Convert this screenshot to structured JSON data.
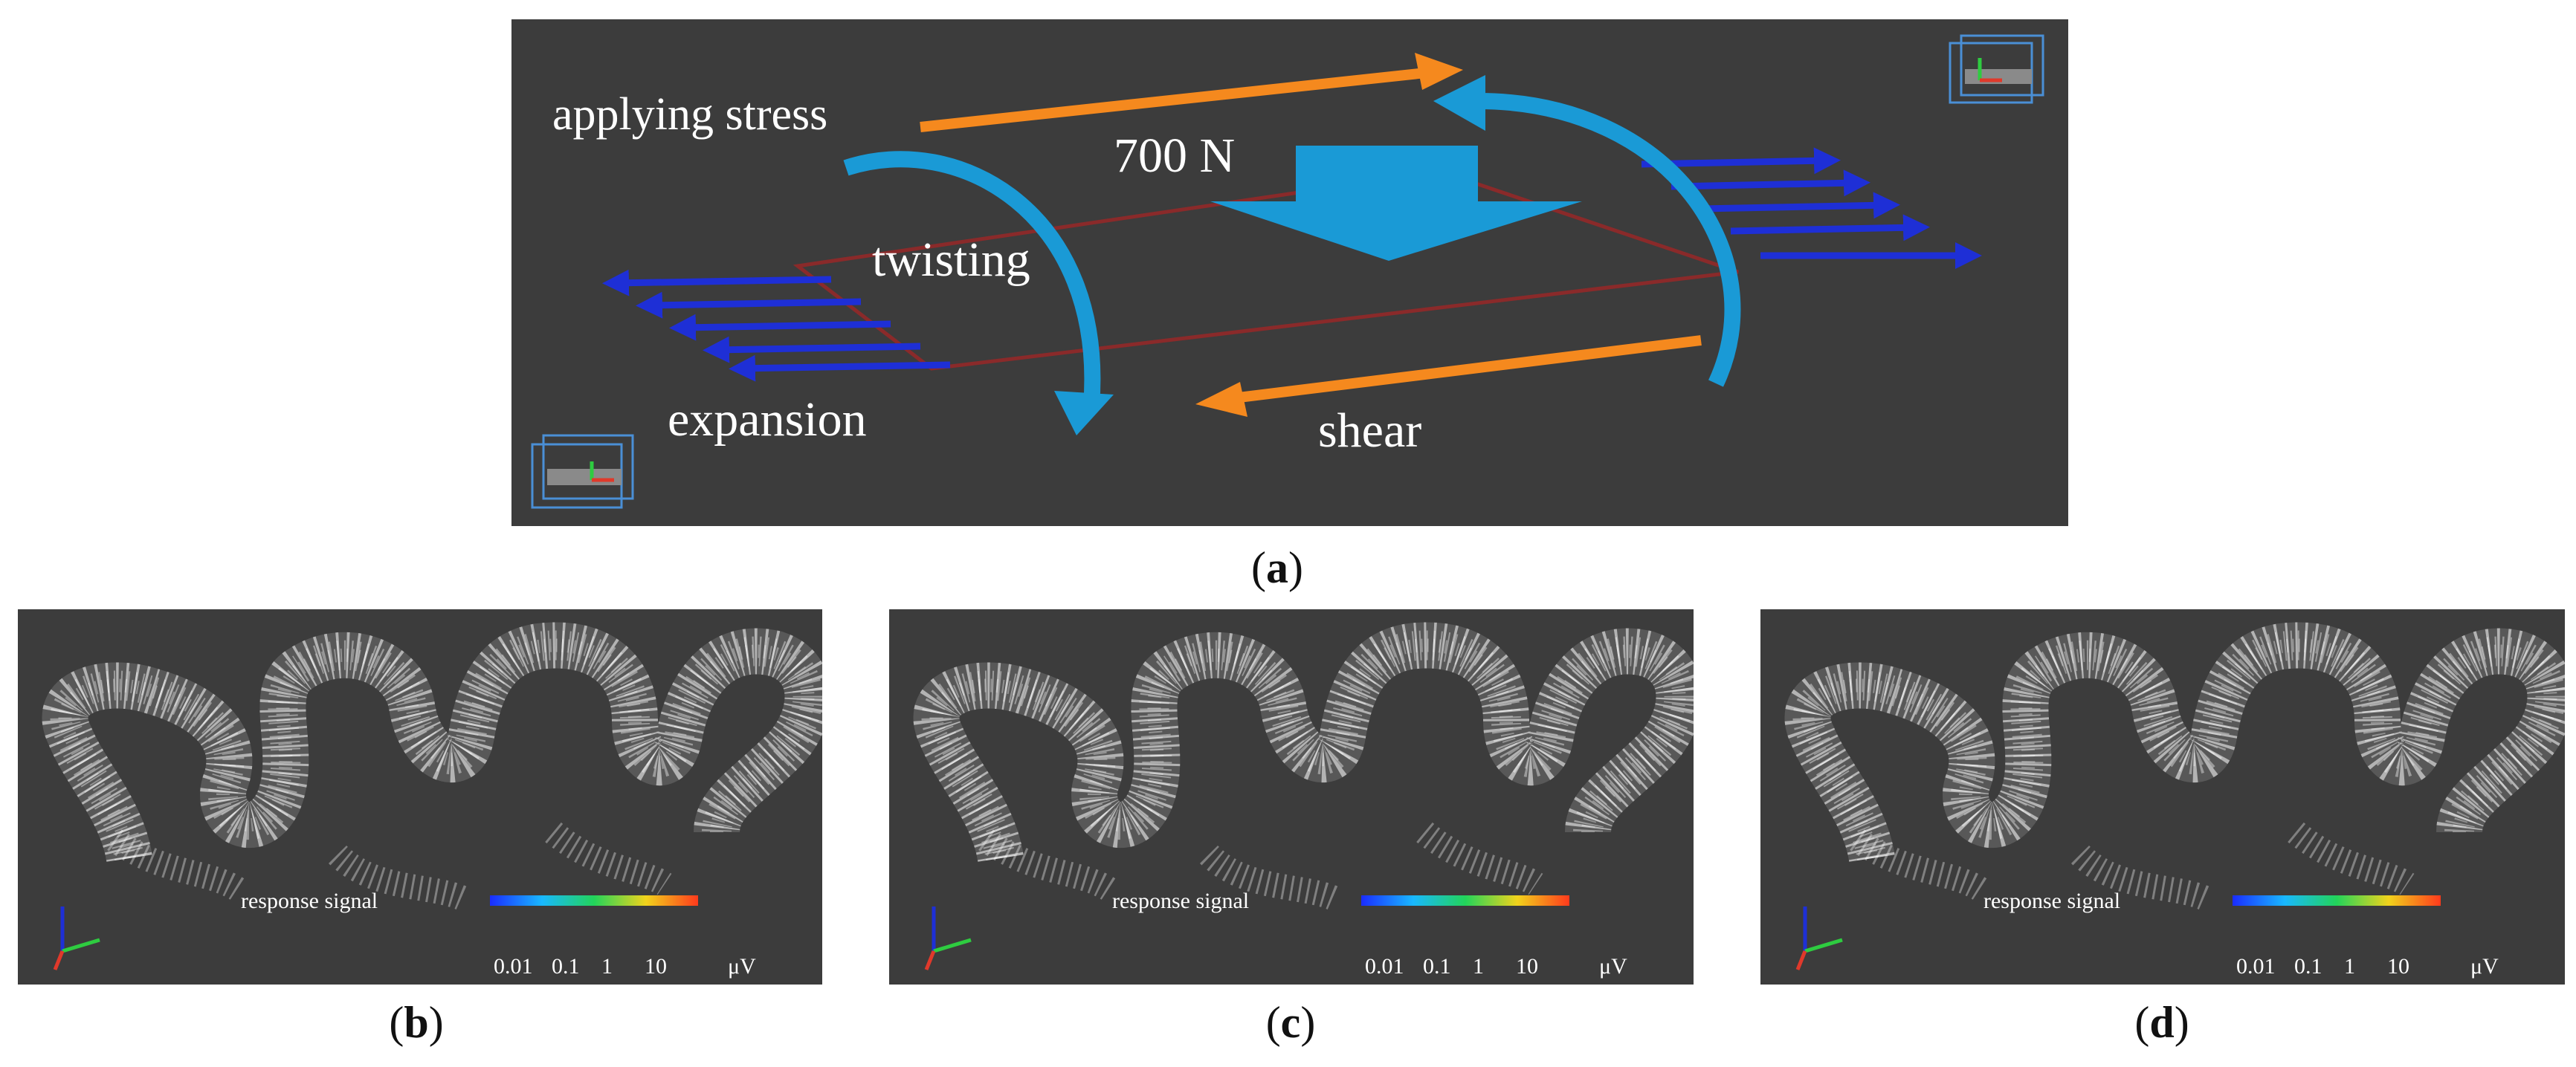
{
  "panel_a": {
    "caption_letter": "a",
    "labels": {
      "applying_stress": "applying stress",
      "force": "700 N",
      "twisting": "twisting",
      "expansion": "expansion",
      "shear": "shear"
    },
    "colors": {
      "background": "#3c3c3c",
      "force_arrow": "#1a9ad6",
      "stress_arrow": "#f5891e",
      "expansion_arrows": "#1e2fd6",
      "plate_outline": "#8a2a2a"
    }
  },
  "sub_panels": [
    {
      "caption_letter": "b",
      "colorbar_label": "response signal",
      "ticks": [
        "0.01",
        "0.1",
        "1",
        "10"
      ],
      "unit": "μV"
    },
    {
      "caption_letter": "c",
      "colorbar_label": "response signal",
      "ticks": [
        "0.01",
        "0.1",
        "1",
        "10"
      ],
      "unit": "μV"
    },
    {
      "caption_letter": "d",
      "colorbar_label": "response signal",
      "ticks": [
        "0.01",
        "0.1",
        "1",
        "10"
      ],
      "unit": "μV"
    }
  ],
  "icons": {
    "view_cube": "view-cube-icon",
    "axis_triad": "axis-triad-icon",
    "helix_mesh": "wireframe-helix"
  }
}
